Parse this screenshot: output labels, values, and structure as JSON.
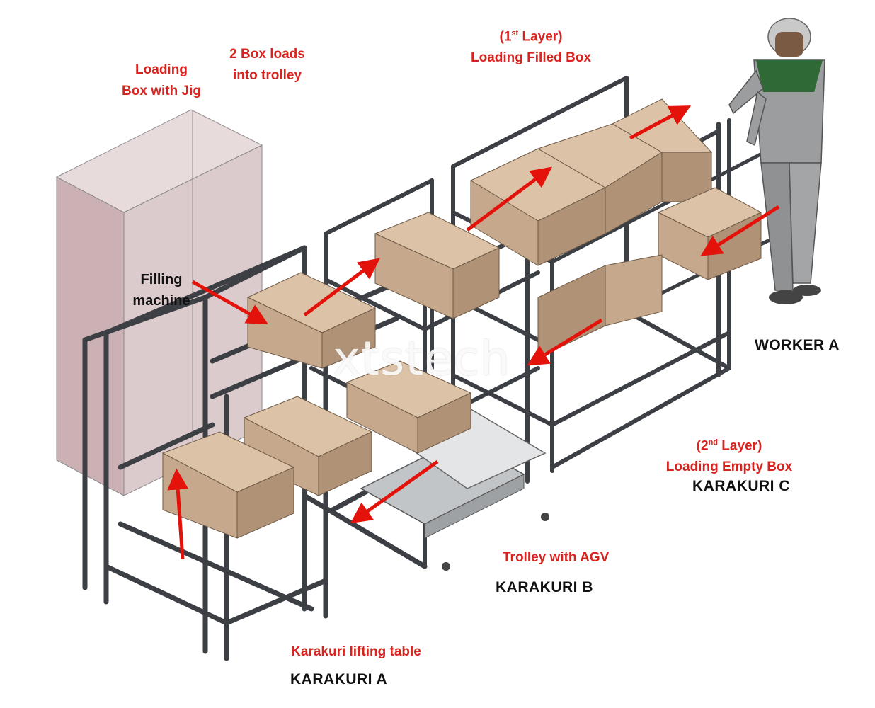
{
  "labels": {
    "loading_box_line1": "Loading",
    "loading_box_line2": "Box with Jig",
    "two_box_line1": "2 Box loads",
    "two_box_line2": "into trolley",
    "first_layer_line1_a": "(1",
    "first_layer_line1_sup": "st",
    "first_layer_line1_b": " Layer)",
    "first_layer_line2": "Loading Filled Box",
    "filling_line1": "Filling",
    "filling_line2": "machine",
    "worker": "WORKER A",
    "second_layer_line1_a": "(2",
    "second_layer_line1_sup": "nd",
    "second_layer_line1_b": " Layer)",
    "second_layer_line2": "Loading Empty Box",
    "karakuri_c": "KARAKURI C",
    "trolley_agv": "Trolley with AGV",
    "karakuri_b": "KARAKURI B",
    "lifting_table": "Karakuri lifting table",
    "karakuri_a": "KARAKURI A"
  },
  "watermark": "xtstech",
  "colors": {
    "annotation_red": "#d8231f",
    "box_face_front": "#c6a98c",
    "box_face_top": "#dcc3a8",
    "box_face_side": "#b09277",
    "frame_pipe": "#3c3f44",
    "filling_machine": "#d9c6c9",
    "worker_suit": "#9b9d9f",
    "worker_accent": "#2f6a36",
    "agv_body": "#b9bcbf"
  }
}
